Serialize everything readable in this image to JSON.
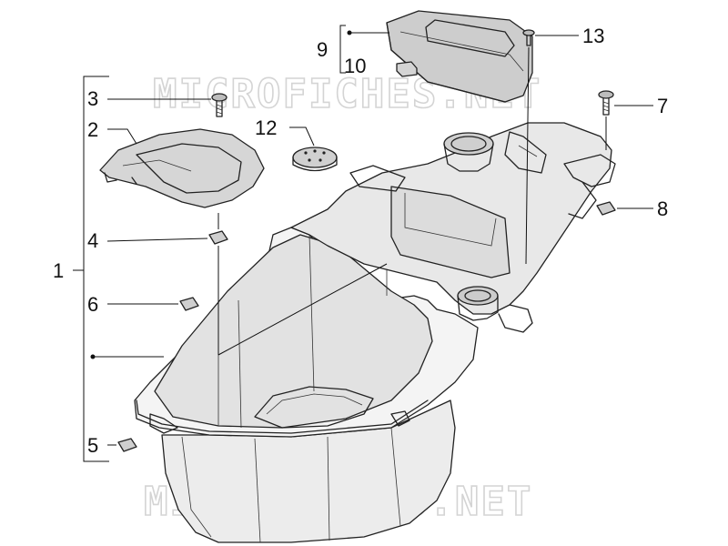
{
  "watermark": {
    "text": "MICROFICHES.NET"
  },
  "callouts": [
    {
      "id": "1",
      "label": "1"
    },
    {
      "id": "2",
      "label": "2"
    },
    {
      "id": "3",
      "label": "3"
    },
    {
      "id": "4",
      "label": "4"
    },
    {
      "id": "5",
      "label": "5"
    },
    {
      "id": "6",
      "label": "6"
    },
    {
      "id": "7",
      "label": "7"
    },
    {
      "id": "8",
      "label": "8"
    },
    {
      "id": "9",
      "label": "9"
    },
    {
      "id": "10",
      "label": "10"
    },
    {
      "id": "12",
      "label": "12"
    },
    {
      "id": "13",
      "label": "13"
    }
  ]
}
